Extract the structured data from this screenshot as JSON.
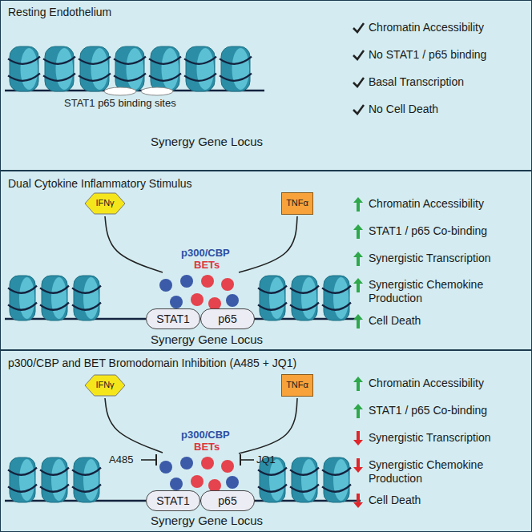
{
  "diagram": {
    "nodes": [
      {
        "text": [
          "Resting Endothelium"
        ]
      },
      {
        "text": [
          "Dual Cytokine Inflammatory Stimulus"
        ]
      },
      {
        "text": [
          "IFNγ"
        ],
        "in": 1
      },
      {
        "text": [
          "TNFα"
        ],
        "in": 1
      },
      {
        "text": [
          "STAT1"
        ],
        "in": 1
      },
      {
        "text": [
          "p65"
        ],
        "in": 1
      },
      {
        "text": [
          "p300/CBP and BET Bromodomain Inhibition (A485 + JQ1)"
        ]
      },
      {
        "text": [
          "IFNγ"
        ],
        "in": 6
      },
      {
        "text": [
          "TNFα"
        ],
        "in": 6
      },
      {
        "text": [
          "STAT1"
        ],
        "in": 6
      },
      {
        "text": [
          "p65"
        ],
        "in": 6
      }
    ],
    "labels": [
      "STAT1 p65 binding sites",
      "Synergy Gene Locus",
      "Chromatin Accessibility",
      "No STAT1 / p65 binding",
      "Basal Transcription",
      "No Cell Death",
      "p300/CBP",
      "BETs",
      "Synergy Gene Locus",
      "Chromatin Accessibility",
      "STAT1 / p65 Co-binding",
      "Synergistic Transcription",
      "Synergistic Chemokine Production",
      "Cell Death",
      "p300/CBP",
      "BETs",
      "A485",
      "JQ1",
      "Synergy Gene Locus",
      "Chromatin Accessibility",
      "STAT1 / p65 Co-binding",
      "Synergistic Transcription",
      "Synergistic Chemokine Production",
      "Cell Death"
    ]
  }
}
